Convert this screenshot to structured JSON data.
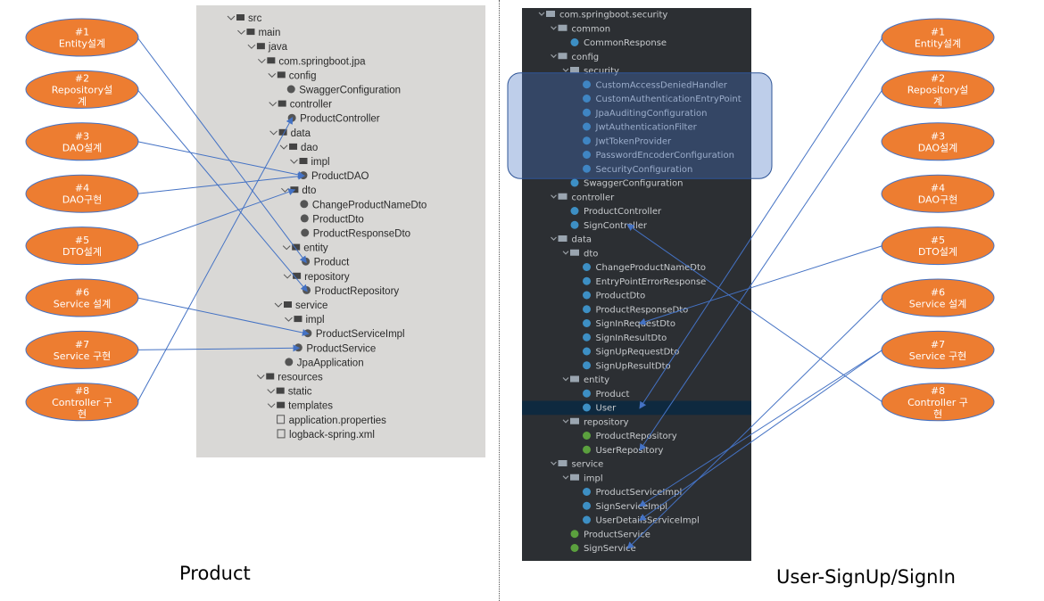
{
  "left": {
    "caption": "Product",
    "ovals": [
      {
        "num": "#1",
        "label": [
          "Entity설계"
        ]
      },
      {
        "num": "#2",
        "label": [
          "Repository설",
          "계"
        ]
      },
      {
        "num": "#3",
        "label": [
          "DAO설계"
        ]
      },
      {
        "num": "#4",
        "label": [
          "DAO구현"
        ]
      },
      {
        "num": "#5",
        "label": [
          "DTO설계"
        ]
      },
      {
        "num": "#6",
        "label": [
          "Service 설계"
        ]
      },
      {
        "num": "#7",
        "label": [
          "Service 구현"
        ]
      },
      {
        "num": "#8",
        "label": [
          "Controller 구",
          "현"
        ]
      }
    ],
    "tree": [
      {
        "text": "src",
        "level": 0,
        "kind": "folder"
      },
      {
        "text": "main",
        "level": 1,
        "kind": "folder"
      },
      {
        "text": "java",
        "level": 2,
        "kind": "folder"
      },
      {
        "text": "com.springboot.jpa",
        "level": 3,
        "kind": "package"
      },
      {
        "text": "config",
        "level": 4,
        "kind": "package"
      },
      {
        "text": "SwaggerConfiguration",
        "level": 5,
        "kind": "class"
      },
      {
        "text": "controller",
        "level": 4,
        "kind": "package"
      },
      {
        "text": "ProductController",
        "level": 5,
        "kind": "class"
      },
      {
        "text": "data",
        "level": 4,
        "kind": "package"
      },
      {
        "text": "dao",
        "level": 5,
        "kind": "package"
      },
      {
        "text": "impl",
        "level": 6,
        "kind": "package"
      },
      {
        "text": "ProductDAO",
        "level": 6,
        "kind": "class"
      },
      {
        "text": "dto",
        "level": 5,
        "kind": "package"
      },
      {
        "text": "ChangeProductNameDto",
        "level": 6,
        "kind": "class"
      },
      {
        "text": "ProductDto",
        "level": 6,
        "kind": "class"
      },
      {
        "text": "ProductResponseDto",
        "level": 6,
        "kind": "class"
      },
      {
        "text": "entity",
        "level": 5,
        "kind": "package"
      },
      {
        "text": "Product",
        "level": 6,
        "kind": "class"
      },
      {
        "text": "repository",
        "level": 5,
        "kind": "package"
      },
      {
        "text": "ProductRepository",
        "level": 6,
        "kind": "interface"
      },
      {
        "text": "service",
        "level": 4,
        "kind": "package"
      },
      {
        "text": "impl",
        "level": 5,
        "kind": "package"
      },
      {
        "text": "ProductServiceImpl",
        "level": 6,
        "kind": "class"
      },
      {
        "text": "ProductService",
        "level": 5,
        "kind": "interface"
      },
      {
        "text": "JpaApplication",
        "level": 4,
        "kind": "class"
      },
      {
        "text": "resources",
        "level": 2,
        "kind": "folder"
      },
      {
        "text": "static",
        "level": 3,
        "kind": "folder"
      },
      {
        "text": "templates",
        "level": 3,
        "kind": "folder"
      },
      {
        "text": "application.properties",
        "level": 3,
        "kind": "file"
      },
      {
        "text": "logback-spring.xml",
        "level": 3,
        "kind": "file"
      }
    ],
    "links": [
      [
        0,
        17
      ],
      [
        1,
        19
      ],
      [
        2,
        11
      ],
      [
        3,
        11
      ],
      [
        4,
        12
      ],
      [
        5,
        22
      ],
      [
        6,
        23
      ],
      [
        7,
        7
      ]
    ]
  },
  "right": {
    "caption": "User-SignUp/SignIn",
    "ovals": [
      {
        "num": "#1",
        "label": [
          "Entity설계"
        ]
      },
      {
        "num": "#2",
        "label": [
          "Repository설",
          "계"
        ]
      },
      {
        "num": "#3",
        "label": [
          "DAO설계"
        ]
      },
      {
        "num": "#4",
        "label": [
          "DAO구현"
        ]
      },
      {
        "num": "#5",
        "label": [
          "DTO설계"
        ]
      },
      {
        "num": "#6",
        "label": [
          "Service 설계"
        ]
      },
      {
        "num": "#7",
        "label": [
          "Service 구현"
        ]
      },
      {
        "num": "#8",
        "label": [
          "Controller 구",
          "현"
        ]
      }
    ],
    "tree": [
      {
        "text": "com.springboot.security",
        "level": 0,
        "kind": "package"
      },
      {
        "text": "common",
        "level": 1,
        "kind": "package"
      },
      {
        "text": "CommonResponse",
        "level": 2,
        "kind": "class"
      },
      {
        "text": "config",
        "level": 1,
        "kind": "package"
      },
      {
        "text": "security",
        "level": 2,
        "kind": "package"
      },
      {
        "text": "CustomAccessDeniedHandler",
        "level": 3,
        "kind": "class"
      },
      {
        "text": "CustomAuthenticationEntryPoint",
        "level": 3,
        "kind": "class"
      },
      {
        "text": "JpaAuditingConfiguration",
        "level": 3,
        "kind": "class"
      },
      {
        "text": "JwtAuthenticationFilter",
        "level": 3,
        "kind": "class"
      },
      {
        "text": "JwtTokenProvider",
        "level": 3,
        "kind": "class"
      },
      {
        "text": "PasswordEncoderConfiguration",
        "level": 3,
        "kind": "class"
      },
      {
        "text": "SecurityConfiguration",
        "level": 3,
        "kind": "class"
      },
      {
        "text": "SwaggerConfiguration",
        "level": 2,
        "kind": "class"
      },
      {
        "text": "controller",
        "level": 1,
        "kind": "package"
      },
      {
        "text": "ProductController",
        "level": 2,
        "kind": "class"
      },
      {
        "text": "SignController",
        "level": 2,
        "kind": "class"
      },
      {
        "text": "data",
        "level": 1,
        "kind": "package"
      },
      {
        "text": "dto",
        "level": 2,
        "kind": "package"
      },
      {
        "text": "ChangeProductNameDto",
        "level": 3,
        "kind": "class"
      },
      {
        "text": "EntryPointErrorResponse",
        "level": 3,
        "kind": "class"
      },
      {
        "text": "ProductDto",
        "level": 3,
        "kind": "class"
      },
      {
        "text": "ProductResponseDto",
        "level": 3,
        "kind": "class"
      },
      {
        "text": "SignInRequestDto",
        "level": 3,
        "kind": "class"
      },
      {
        "text": "SignInResultDto",
        "level": 3,
        "kind": "class"
      },
      {
        "text": "SignUpRequestDto",
        "level": 3,
        "kind": "class"
      },
      {
        "text": "SignUpResultDto",
        "level": 3,
        "kind": "class"
      },
      {
        "text": "entity",
        "level": 2,
        "kind": "package"
      },
      {
        "text": "Product",
        "level": 3,
        "kind": "class"
      },
      {
        "text": "User",
        "level": 3,
        "kind": "class",
        "selected": true
      },
      {
        "text": "repository",
        "level": 2,
        "kind": "package"
      },
      {
        "text": "ProductRepository",
        "level": 3,
        "kind": "interface"
      },
      {
        "text": "UserRepository",
        "level": 3,
        "kind": "interface"
      },
      {
        "text": "service",
        "level": 1,
        "kind": "package"
      },
      {
        "text": "impl",
        "level": 2,
        "kind": "package"
      },
      {
        "text": "ProductServiceImpl",
        "level": 3,
        "kind": "class"
      },
      {
        "text": "SignServiceImpl",
        "level": 3,
        "kind": "class"
      },
      {
        "text": "UserDetailsServiceImpl",
        "level": 3,
        "kind": "class"
      },
      {
        "text": "ProductService",
        "level": 2,
        "kind": "interface"
      },
      {
        "text": "SignService",
        "level": 2,
        "kind": "interface"
      }
    ],
    "highlight_range": [
      5,
      11
    ],
    "links": [
      [
        0,
        28
      ],
      [
        1,
        31
      ],
      [
        4,
        22
      ],
      [
        5,
        38
      ],
      [
        6,
        35
      ],
      [
        6,
        36
      ],
      [
        7,
        15
      ]
    ]
  },
  "colors": {
    "oval_fill": "#ed7d31",
    "oval_stroke": "#4472c4",
    "arrow": "#4472c4",
    "ide_bg": "#2c2f33",
    "ide_selected": "#0e293f",
    "highlight_fill": "#4472c4",
    "class_icon": "#3d8fc4",
    "interface_icon": "#5ba03e",
    "folder_icon": "#9aa5b0"
  }
}
